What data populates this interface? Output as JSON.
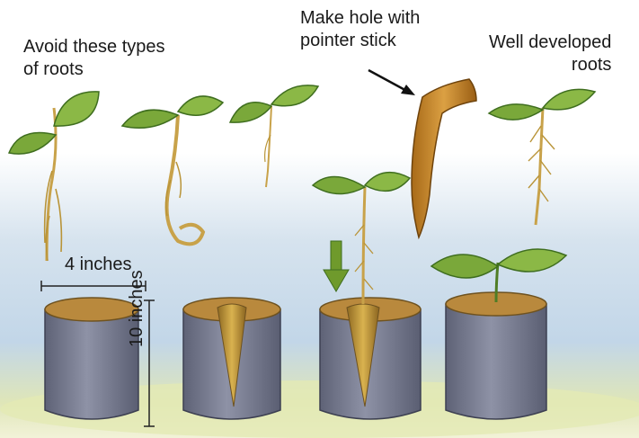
{
  "labels": {
    "avoid_roots": [
      "Avoid these types",
      "of roots"
    ],
    "make_hole": [
      "Make hole with",
      "pointer stick"
    ],
    "well_developed": [
      "Well developed",
      "roots"
    ],
    "pot_width": "4 inches",
    "pot_height": "10 inches"
  },
  "colors": {
    "leaf": "#7aa83a",
    "leaf_dark": "#3f6e1f",
    "root": "#c8a24a",
    "stick": "#c98a2a",
    "pot": "#7d8196",
    "soil": "#b9893d",
    "arrow_green": "#6f9a2c",
    "sky": "#c7d9ea",
    "ground": "#d9e2a8"
  }
}
